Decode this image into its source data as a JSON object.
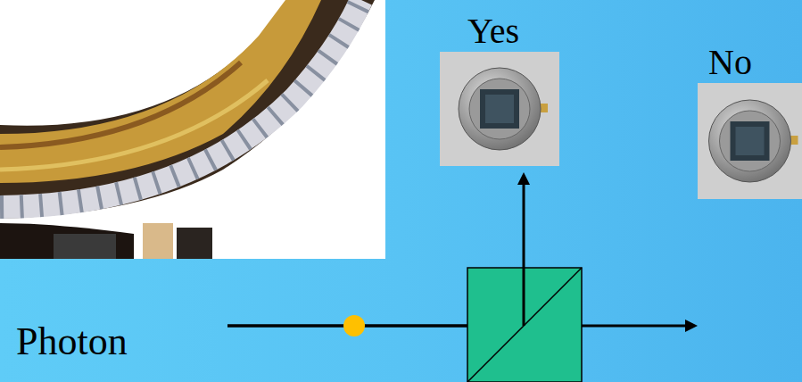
{
  "diagram": {
    "nodes": [
      {
        "text": [
          "Yes"
        ]
      },
      {
        "text": [
          "No"
        ]
      }
    ],
    "labels": [
      "Photon"
    ]
  }
}
